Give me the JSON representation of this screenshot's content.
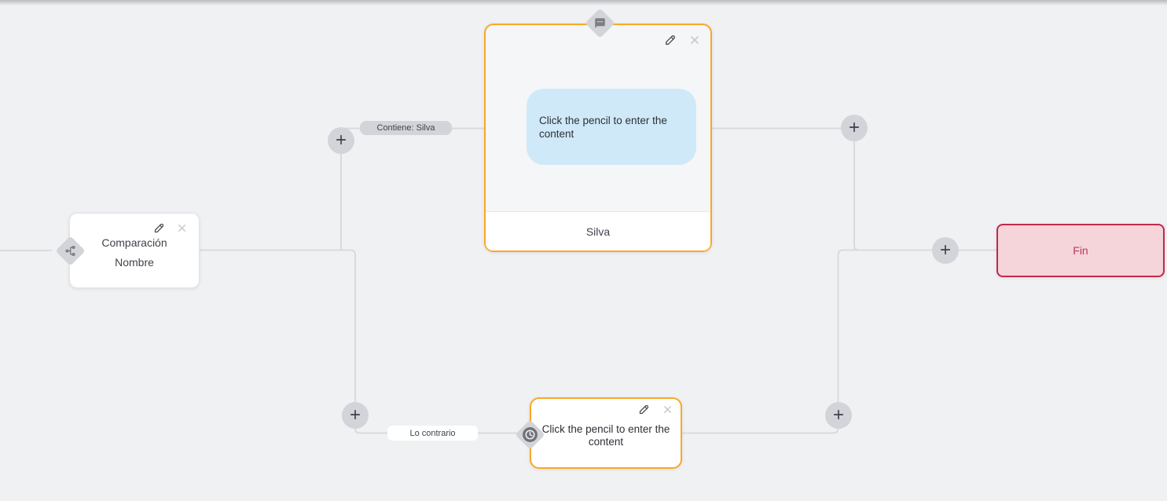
{
  "colors": {
    "canvas-bg": "#F0F1F3",
    "edge": "#D9DADD",
    "gray-ui": "#D2D4D9",
    "accent-orange": "#F9A826",
    "bubble-bg": "#CFE9F8",
    "end-bg": "#F5D4DA",
    "end-border": "#C2294B",
    "end-text": "#B93A55"
  },
  "nodes": {
    "condition": {
      "line1": "Comparación",
      "line2": "Nombre",
      "icon": "branch-icon"
    },
    "message": {
      "bubble": "Click the pencil to enter the content",
      "footer": "Silva",
      "icon": "chat-bubble-icon"
    },
    "delay": {
      "text": "Click the pencil to enter the content",
      "icon": "clock-icon"
    },
    "end": {
      "label": "Fin"
    }
  },
  "edge_labels": {
    "contains": "Contiene: Silva",
    "otherwise": "Lo contrario"
  },
  "icons": {
    "edit": "pencil-icon",
    "delete": "close-icon",
    "add_step": "plus-icon",
    "condition_port": "branch-icon",
    "message_port": "chat-bubble-icon",
    "delay_port": "clock-icon"
  }
}
